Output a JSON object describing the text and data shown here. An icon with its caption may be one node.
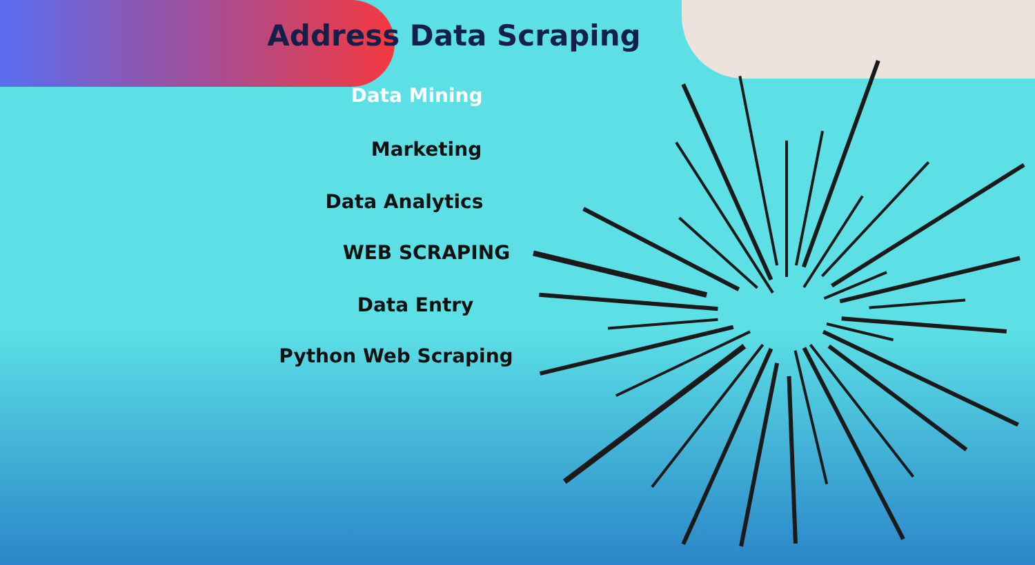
{
  "diagram": {
    "title": "Address Data Scraping",
    "labels": [
      "Data Mining",
      "Marketing",
      "Data Analytics",
      "WEB SCRAPING",
      "Data Entry",
      "Python Web Scraping"
    ]
  }
}
